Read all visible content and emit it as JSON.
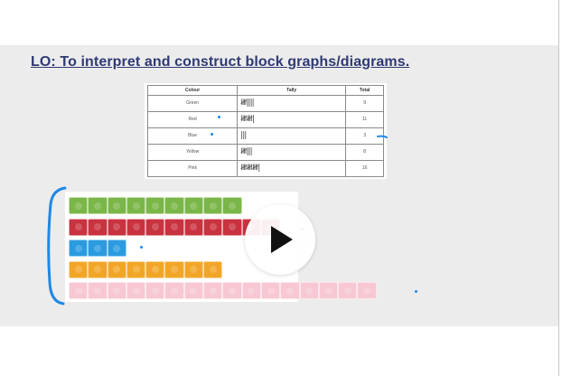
{
  "slide": {
    "title": "LO: To interpret and construct block graphs/diagrams."
  },
  "tally_table": {
    "headers": [
      "Colour",
      "Tally",
      "Total"
    ],
    "rows": [
      {
        "colour": "Green",
        "tally": "𝍸||||",
        "total": "9"
      },
      {
        "colour": "Red",
        "tally": "𝍸𝍸|",
        "total": "11"
      },
      {
        "colour": "Blue",
        "tally": "|||",
        "total": "3"
      },
      {
        "colour": "Yellow",
        "tally": "𝍸|||",
        "total": "8"
      },
      {
        "colour": "Pink",
        "tally": "𝍸𝍸𝍸|",
        "total": "16"
      }
    ]
  },
  "block_graph": {
    "bars": [
      {
        "colour_name": "green",
        "color": "#7ab648",
        "blocks": 9
      },
      {
        "colour_name": "red",
        "color": "#c9323f",
        "blocks": 11
      },
      {
        "colour_name": "blue",
        "color": "#2b9be0",
        "blocks": 3
      },
      {
        "colour_name": "yellow",
        "color": "#f2a627",
        "blocks": 8
      },
      {
        "colour_name": "pink",
        "color": "#f7c8d3",
        "blocks": 16
      }
    ]
  },
  "player": {
    "play_icon": "play-icon"
  },
  "colors": {
    "title": "#2f3a73",
    "annotation": "#1e88e5",
    "slide_background": "#ececec"
  }
}
